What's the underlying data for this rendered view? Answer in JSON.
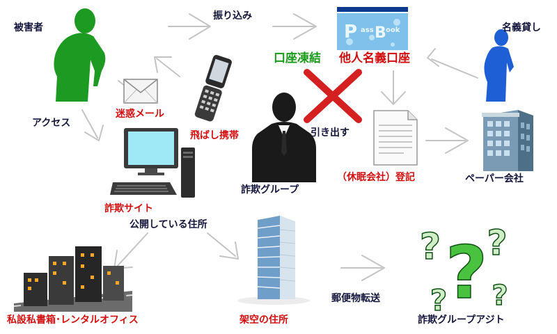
{
  "labels": {
    "victim": "被害者",
    "transfer": "振り込み",
    "nominee": "名義貸し",
    "account_freeze": "口座凍結",
    "borrowed_account": "他人名義口座",
    "access": "アクセス",
    "spam_mail": "迷惑メール",
    "burner_phone": "飛ばし携帯",
    "withdraw": "引き出す",
    "fraud_group": "詐欺グループ",
    "dormant_company": "（休眠会社）登記",
    "paper_company": "ペーパー会社",
    "fraud_site": "詐欺サイト",
    "public_address": "公開している住所",
    "private_mailbox": "私設私書箱･レンタルオフィス",
    "fictitious_address": "架空の住所",
    "mail_forwarding": "郵便物転送",
    "hideout": "詐欺グループアジト"
  },
  "passbook": {
    "text": "PassBook"
  },
  "colors": {
    "label_dark": "#14163c",
    "label_red": "#d10f0f",
    "label_green": "#1a9a1a",
    "victim_figure": "#1c9a22",
    "nominee_figure": "#1f5fd6",
    "fraud_figure": "#1a1a1a",
    "freeze_cross": "#d42020",
    "arrow": "#c4c4c4"
  },
  "icons": {
    "victim": "person-green-icon",
    "nominee": "person-blue-icon",
    "fraud_group": "businessman-icon",
    "mail": "envelope-icon",
    "phone": "flip-phone-icon",
    "computer": "desktop-computer-icon",
    "passbook": "passbook-icon",
    "document": "document-icon",
    "paper_company": "office-building-icon",
    "private_mailbox": "city-buildings-icon",
    "fictitious_address": "skyscraper-icon",
    "hideout": "question-marks-icon"
  }
}
